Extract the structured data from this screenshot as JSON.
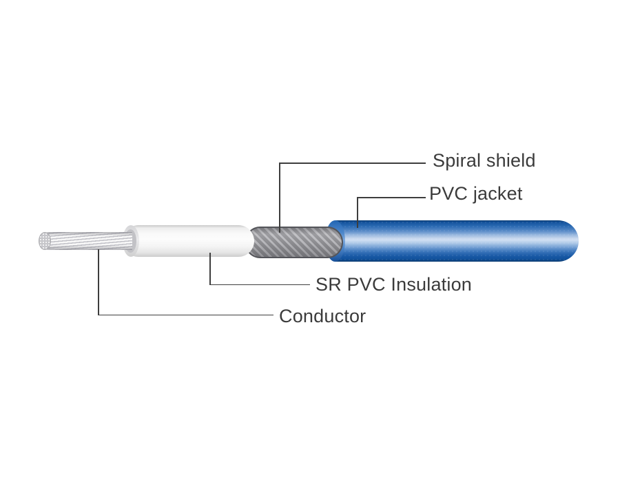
{
  "diagram": {
    "labels": {
      "spiral_shield": "Spiral shield",
      "pvc_jacket": "PVC jacket",
      "sr_pvc_insulation": "SR PVC Insulation",
      "conductor": "Conductor"
    },
    "colors": {
      "background": "#ffffff",
      "label_text": "#3b3b3b",
      "leader_line": "#3d3d3d",
      "jacket_blue_dark": "#0c3d74",
      "jacket_blue_mid": "#1e63b0",
      "jacket_blue_highlight": "#cfdff2",
      "shield_gray": "#8d8d91",
      "shield_stripe": "#b8b8bc",
      "shield_border": "#54555a",
      "insulation_white": "#f9f9f9",
      "conductor_silver": "#d8d8dc"
    }
  }
}
